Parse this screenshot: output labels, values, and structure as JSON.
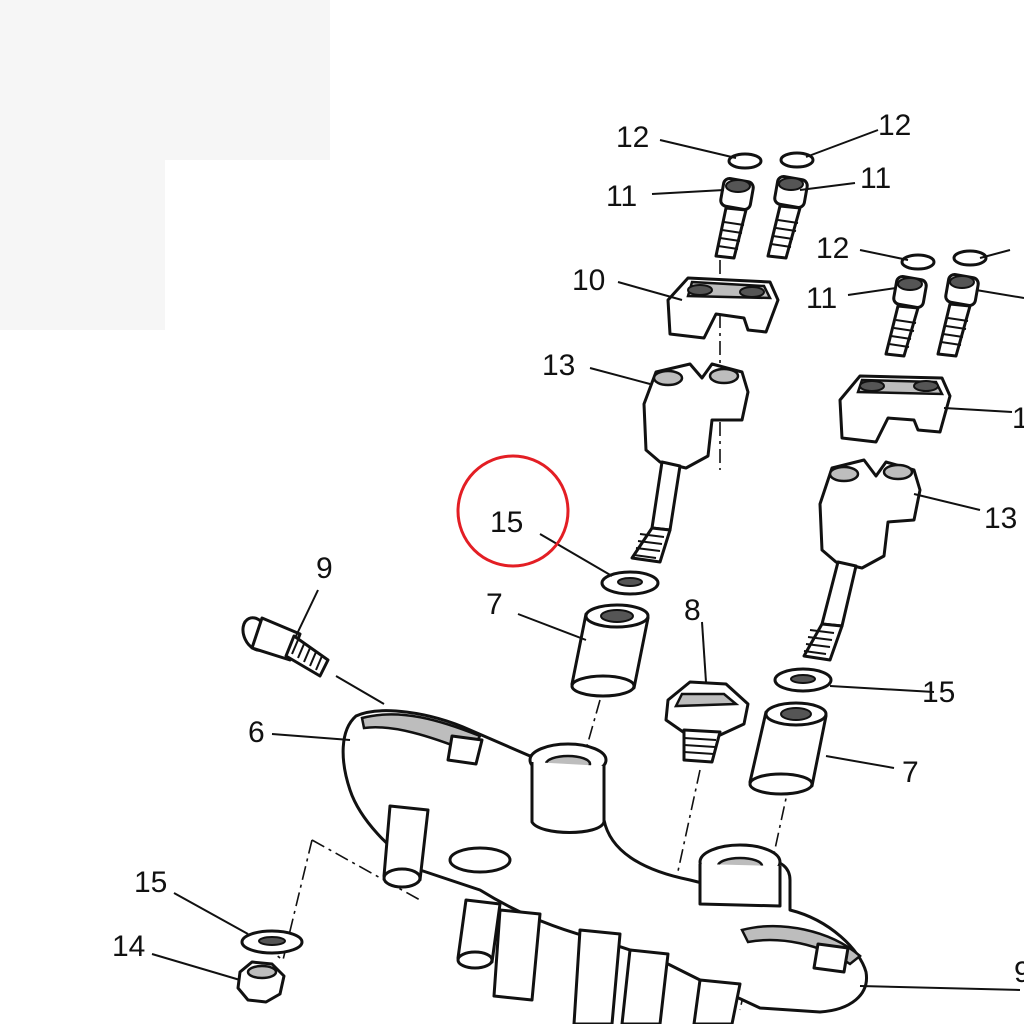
{
  "diagram": {
    "highlight_color": "#e31e24",
    "line_color": "#111111",
    "highlighted_callout": "15",
    "callouts": {
      "c12a": "12",
      "c12b": "12",
      "c12c": "12",
      "c11a": "11",
      "c11b": "11",
      "c11c": "11",
      "c10": "10",
      "c10b": "1",
      "c13a": "13",
      "c13b": "13",
      "c15a": "15",
      "c15b": "15",
      "c15c": "15",
      "c9": "9",
      "c8": "8",
      "c7a": "7",
      "c7b": "7",
      "c6": "6",
      "c14": "14",
      "c9b": "9"
    }
  }
}
